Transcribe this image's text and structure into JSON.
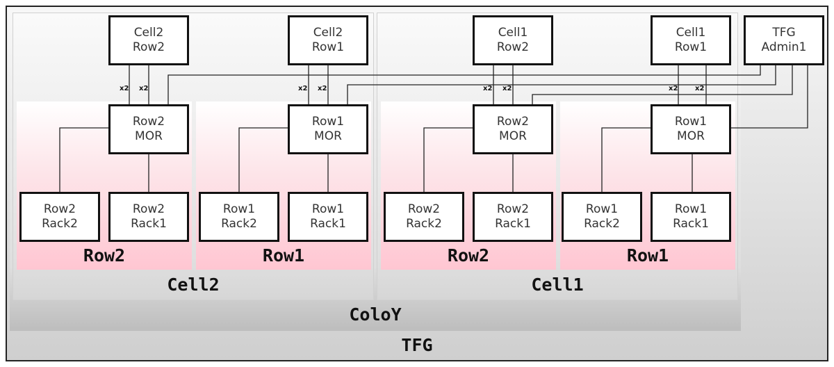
{
  "groups": {
    "tfg": "TFG",
    "coloy": "ColoY",
    "cell2": "Cell2",
    "cell1": "Cell1",
    "cell2_row2": "Row2",
    "cell2_row1": "Row1",
    "cell1_row2": "Row2",
    "cell1_row1": "Row1"
  },
  "nodes": {
    "cell2_row2_switch": "Cell2\nRow2",
    "cell2_row1_switch": "Cell2\nRow1",
    "cell1_row2_switch": "Cell1\nRow2",
    "cell1_row1_switch": "Cell1\nRow1",
    "tfg_admin": "TFG\nAdmin1",
    "c2_row2_mor": "Row2\nMOR",
    "c2_row1_mor": "Row1\nMOR",
    "c1_row2_mor": "Row2\nMOR",
    "c1_row1_mor": "Row1\nMOR",
    "c2_row2_rack2": "Row2\nRack2",
    "c2_row2_rack1": "Row2\nRack1",
    "c2_row1_rack2": "Row1\nRack2",
    "c2_row1_rack1": "Row1\nRack1",
    "c1_row2_rack2": "Row2\nRack2",
    "c1_row2_rack1": "Row2\nRack1",
    "c1_row1_rack2": "Row1\nRack2",
    "c1_row1_rack1": "Row1\nRack1"
  },
  "multipliers": {
    "c2r2_a": "x2",
    "c2r2_b": "x2",
    "c2r1_a": "x2",
    "c2r1_b": "x2",
    "c1r2_a": "x2",
    "c1r2_b": "x2",
    "c1r1_a": "x2",
    "c1r1_b": "x2"
  }
}
